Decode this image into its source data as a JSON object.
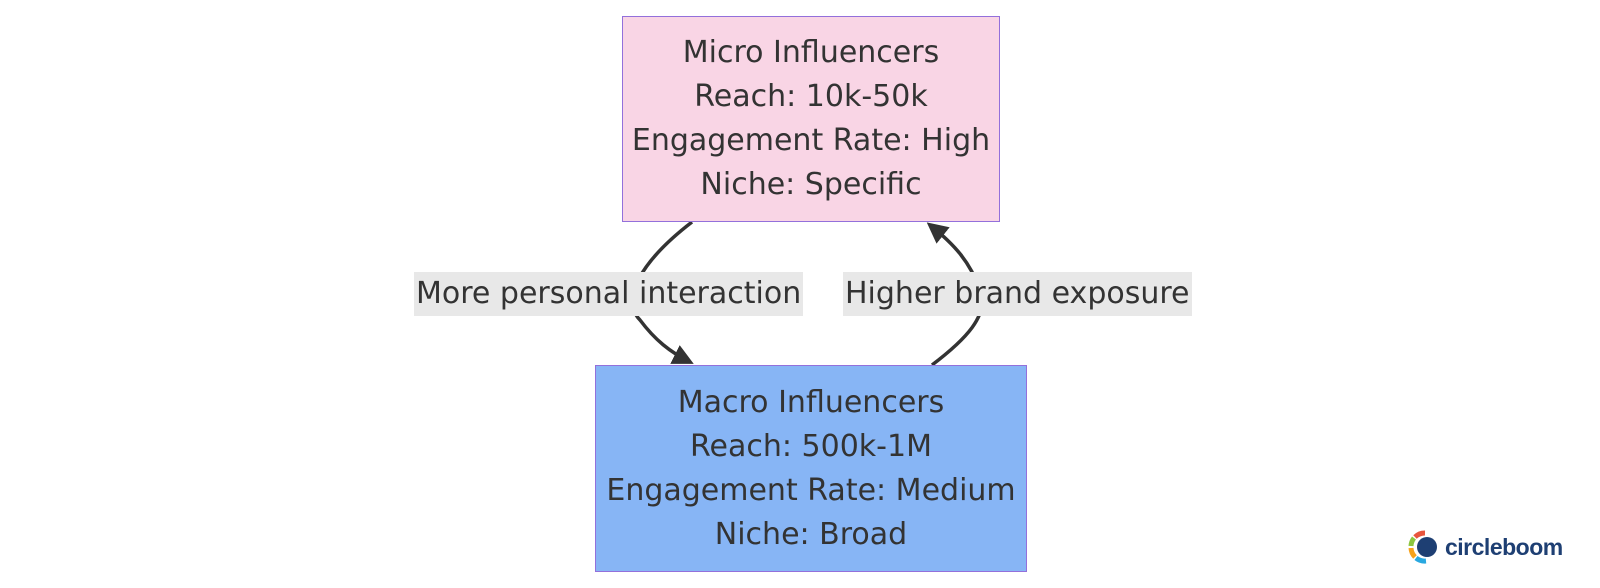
{
  "diagram": {
    "type": "flowchart",
    "nodes": {
      "micro": {
        "title": "Micro Influencers",
        "reach": "Reach: 10k-50k",
        "engagement": "Engagement Rate: High",
        "niche": "Niche: Specific",
        "fill": "#f9d5e5",
        "border": "#9370DB"
      },
      "macro": {
        "title": "Macro Influencers",
        "reach": "Reach: 500k-1M",
        "engagement": "Engagement Rate: Medium",
        "niche": "Niche: Broad",
        "fill": "#87b5f5",
        "border": "#9370DB"
      }
    },
    "edges": [
      {
        "from": "micro",
        "to": "macro",
        "label": "More personal interaction"
      },
      {
        "from": "macro",
        "to": "micro",
        "label": "Higher brand exposure"
      }
    ]
  },
  "branding": {
    "logo_text": "circleboom",
    "logo_icon": "circleboom-logo-icon"
  }
}
